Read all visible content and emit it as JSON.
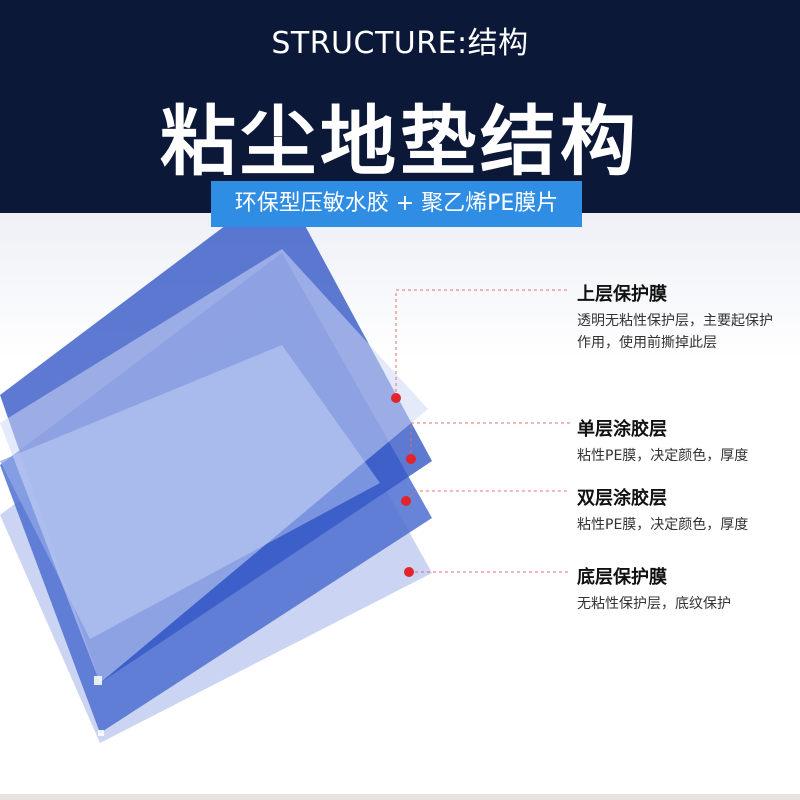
{
  "header": {
    "subtitle": "STRUCTURE:结构",
    "title": "粘尘地垫结构",
    "banner": "环保型压敏水胶 + 聚乙烯PE膜片"
  },
  "layers": [
    {
      "title": "上层保护膜",
      "desc": "透明无粘性保护层，主要起保护作用，使用前撕掉此层"
    },
    {
      "title": "单层涂胶层",
      "desc": "粘性PE膜，决定颜色，厚度"
    },
    {
      "title": "双层涂胶层",
      "desc": "粘性PE膜，决定颜色，厚度"
    },
    {
      "title": "底层保护膜",
      "desc": "无粘性保护层，底纹保护"
    }
  ],
  "colors": {
    "header_bg": "#0c1838",
    "banner_bg": "#2f8de4",
    "dot": "#e3242b",
    "leader_line": "#e07070"
  }
}
